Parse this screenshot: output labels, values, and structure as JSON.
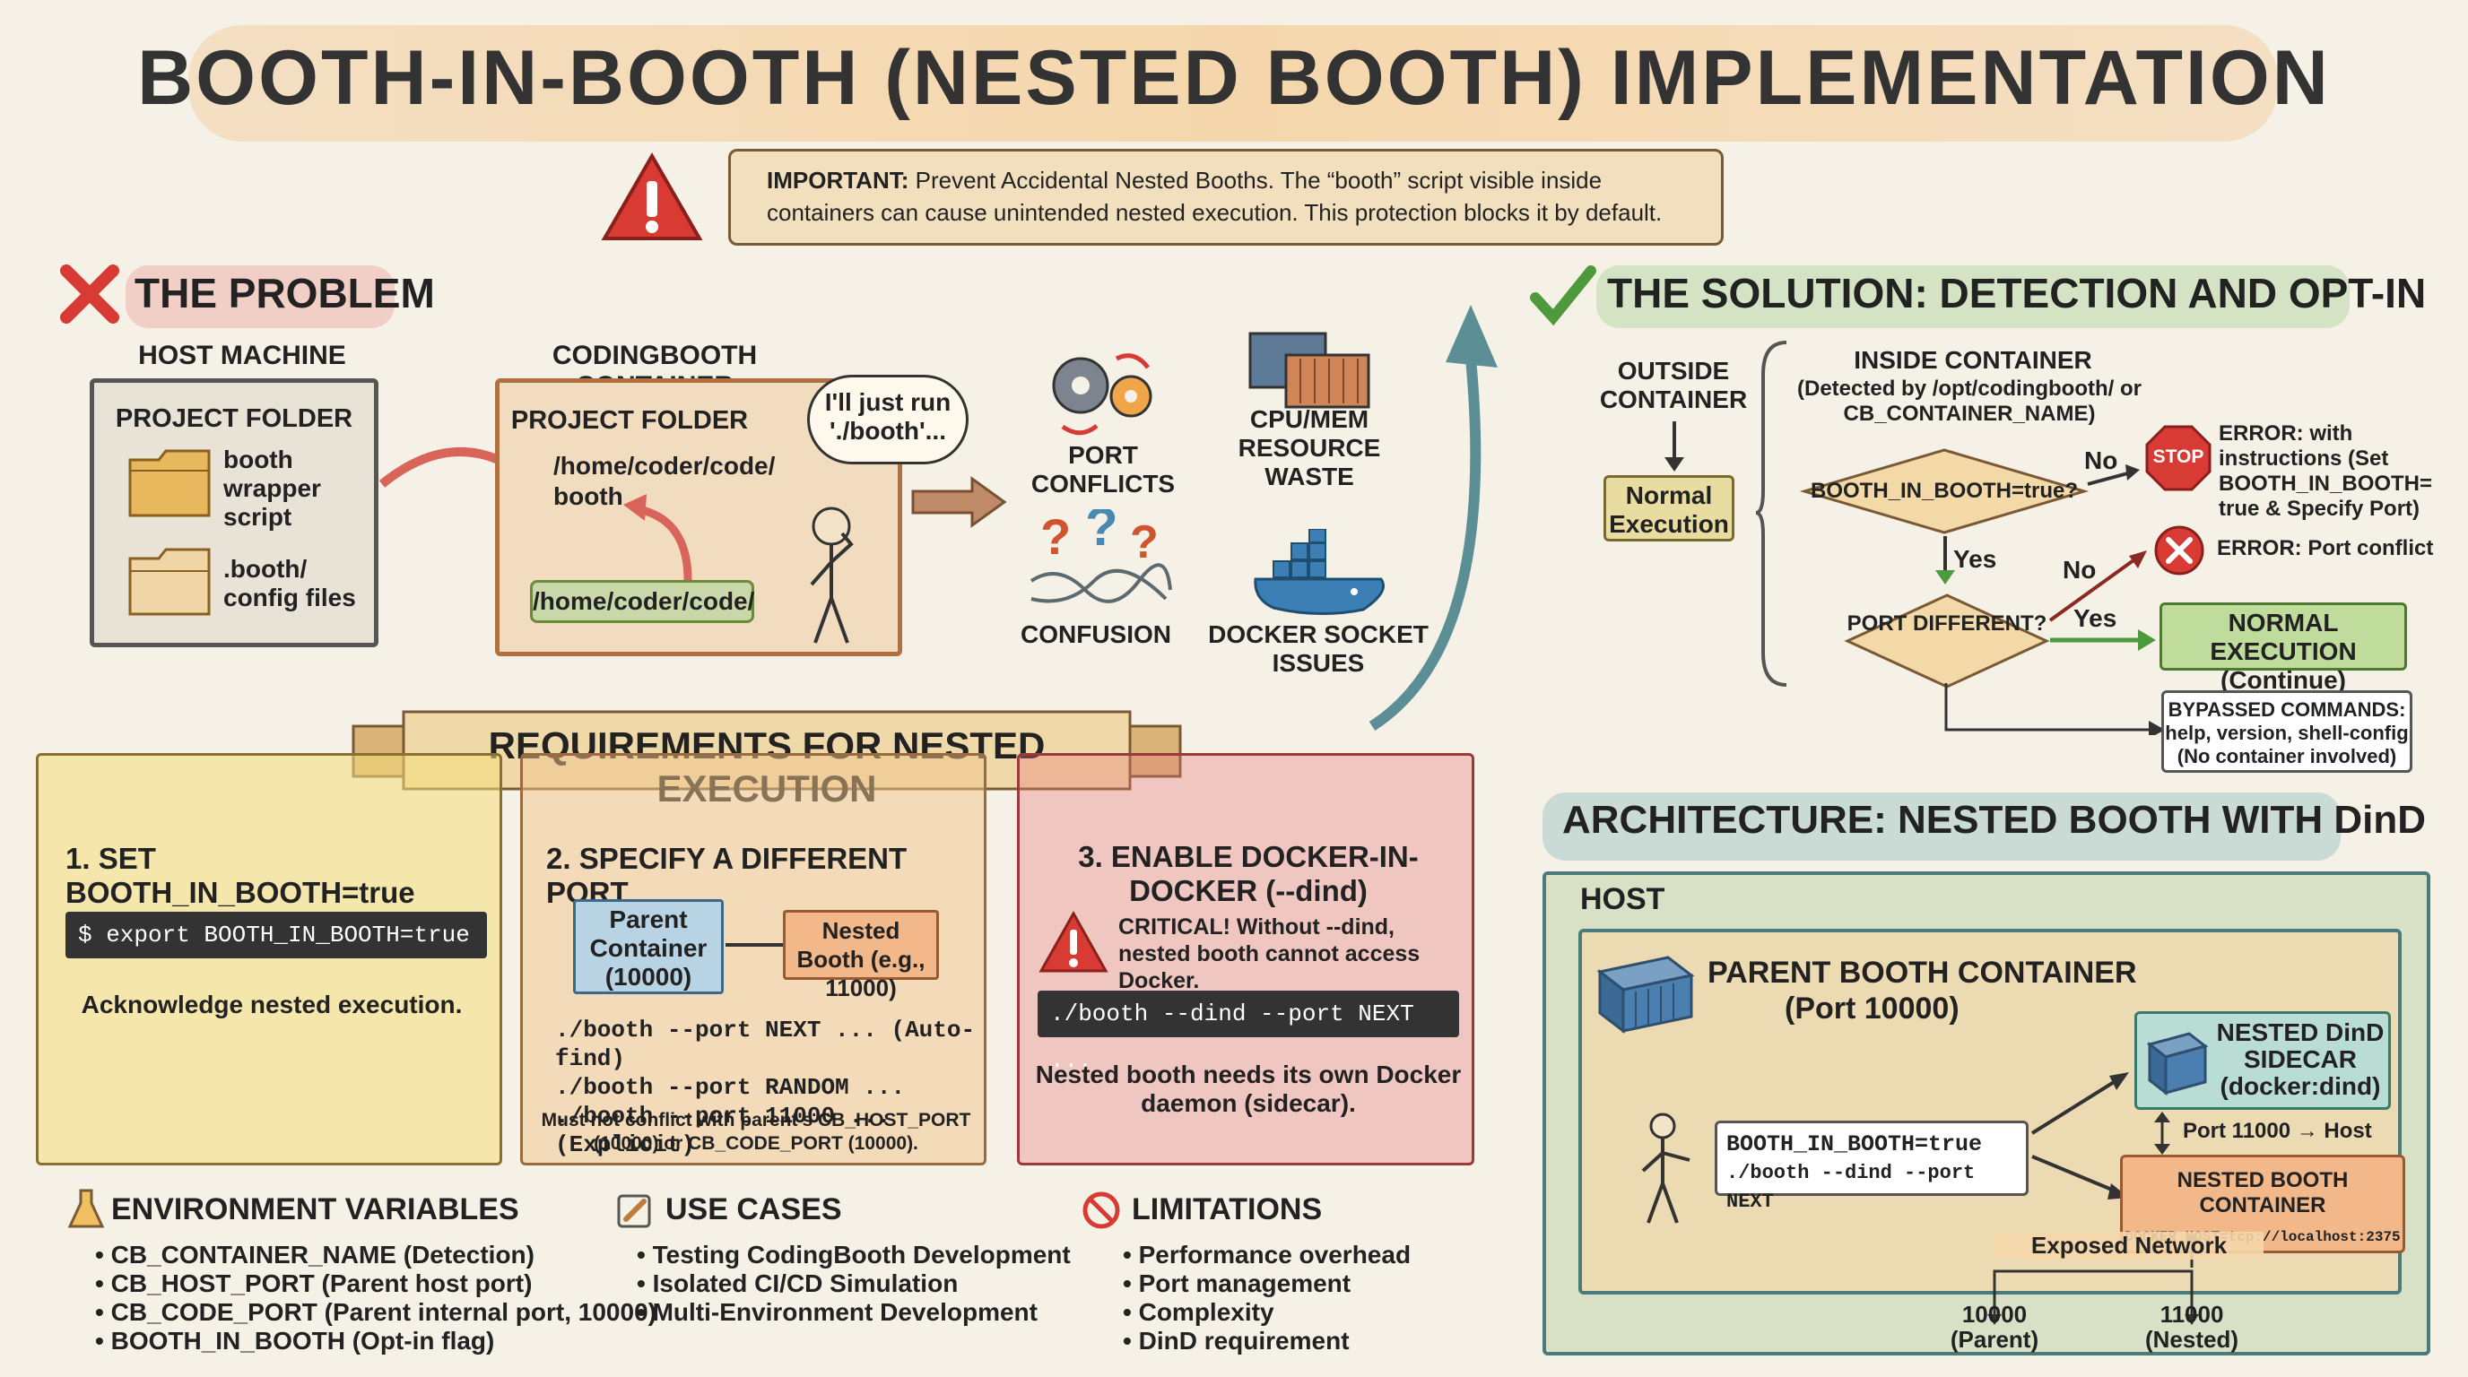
{
  "title": "BOOTH-IN-BOOTH (NESTED BOOTH) IMPLEMENTATION",
  "important": {
    "lead": "IMPORTANT:",
    "text": "Prevent Accidental Nested Booths. The “booth” script visible inside containers can cause unintended nested execution. This protection blocks it by default."
  },
  "problem": {
    "heading": "THE PROBLEM",
    "host_label": "HOST MACHINE",
    "host_folder_title": "PROJECT FOLDER",
    "host_item1": "booth wrapper script",
    "host_item2": ".booth/ config files",
    "container_label": "CODINGBOOTH CONTAINER",
    "container_folder_title": "PROJECT FOLDER",
    "container_path": "/home/coder/code/ booth",
    "container_mount": "/home/coder/code/",
    "speech": "I'll just run './booth'...",
    "issues": [
      {
        "label": "PORT CONFLICTS",
        "icon": "gears-icon"
      },
      {
        "label": "CPU/MEM RESOURCE WASTE",
        "icon": "containers-icon"
      },
      {
        "label": "CONFUSION",
        "icon": "question-marks-icon"
      },
      {
        "label": "DOCKER SOCKET ISSUES",
        "icon": "docker-whale-icon"
      }
    ]
  },
  "solution": {
    "heading": "THE SOLUTION: DETECTION AND OPT-IN",
    "outside_label": "OUTSIDE CONTAINER",
    "normal_exec": "Normal Execution",
    "inside_label": "INSIDE CONTAINER",
    "inside_sub": "(Detected by /opt/codingbooth/ or CB_CONTAINER_NAME)",
    "decision1": "BOOTH_IN_BOOTH=true?",
    "no1": "No",
    "stop_text": "STOP",
    "error1": "ERROR: with instructions (Set BOOTH_IN_BOOTH= true & Specify Port)",
    "yes1": "Yes",
    "decision2": "PORT DIFFERENT?",
    "no2": "No",
    "error2": "ERROR: Port conflict",
    "yes2": "Yes",
    "normal_continue": "NORMAL EXECUTION (Continue)",
    "bypassed": "BYPASSED COMMANDS: help, version, shell-config (No container involved)"
  },
  "requirements": {
    "heading": "REQUIREMENTS FOR NESTED EXECUTION",
    "req1": {
      "title": "1. SET BOOTH_IN_BOOTH=true",
      "cmd": "$ export BOOTH_IN_BOOTH=true",
      "note": "Acknowledge nested execution."
    },
    "req2": {
      "title": "2. SPECIFY A DIFFERENT PORT",
      "parent": "Parent Container (10000)",
      "nested": "Nested Booth (e.g., 11000)",
      "lines": [
        "./booth --port NEXT ... (Auto-find)",
        "./booth --port RANDOM ...",
        "./booth --port 11000 ... (Explicit)"
      ],
      "note": "Must not conflict with parent's CB_HOST_PORT (10000) or CB_CODE_PORT (10000)."
    },
    "req3": {
      "title": "3. ENABLE DOCKER-IN-DOCKER (--dind)",
      "critical": "CRITICAL! Without --dind, nested booth cannot access Docker.",
      "cmd": "./booth --dind --port NEXT ...",
      "note": "Nested booth needs its own Docker daemon (sidecar)."
    }
  },
  "env": {
    "heading": "ENVIRONMENT VARIABLES",
    "items": [
      "CB_CONTAINER_NAME (Detection)",
      "CB_HOST_PORT (Parent host port)",
      "CB_CODE_PORT (Parent internal port, 10000)",
      "BOOTH_IN_BOOTH (Opt-in flag)"
    ]
  },
  "usecases": {
    "heading": "USE CASES",
    "items": [
      "Testing CodingBooth Development",
      "Isolated CI/CD Simulation",
      "Multi-Environment Development"
    ]
  },
  "limitations": {
    "heading": "LIMITATIONS",
    "items": [
      "Performance overhead",
      "Port management",
      "Complexity",
      "DinD requirement"
    ]
  },
  "architecture": {
    "heading": "ARCHITECTURE: NESTED BOOTH WITH DinD",
    "host": "HOST",
    "parent_title": "PARENT BOOTH CONTAINER",
    "parent_port": "(Port 10000)",
    "cmd1": "BOOTH_IN_BOOTH=true",
    "cmd2": "./booth --dind --port NEXT",
    "sidecar": "NESTED DinD SIDECAR (docker:dind)",
    "port_map": "Port 11000 → Host",
    "nested_title": "NESTED BOOTH CONTAINER",
    "docker_host": "DOCKER_HOST=tcp://localhost:2375",
    "exposed": "Exposed Network",
    "port_parent": "10000 (Parent)",
    "port_nested": "11000 (Nested)"
  },
  "colors": {
    "red": "#d83a34",
    "green": "#4d9a3d",
    "tan": "#e9c79a",
    "yellow": "#f4de7c",
    "teal": "#5c8e95"
  }
}
